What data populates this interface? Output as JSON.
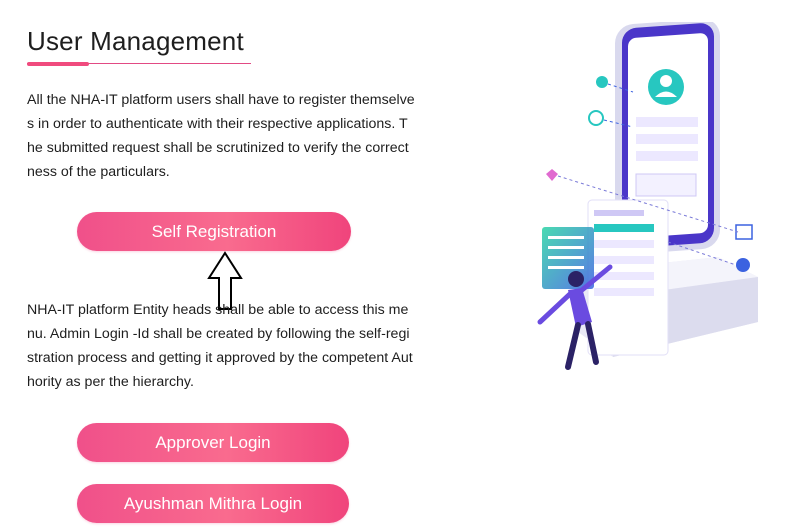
{
  "page": {
    "title": "User Management",
    "paragraph_1": "All the NHA-IT platform users shall have to register themselves in order to authenticate with their respective applications. The submitted request shall be scrutinized to verify the correctness of the particulars.",
    "paragraph_2": "NHA-IT platform Entity heads shall be able to access this menu. Admin Login -Id shall be created by following the self-registration process and getting it approved by the competent Authority as per the hierarchy."
  },
  "buttons": {
    "self_registration": "Self Registration",
    "approver_login": "Approver Login",
    "ayushman_login": "Ayushman Mithra Login"
  },
  "colors": {
    "accent": "#f0508a",
    "button_gradient_end": "#f96b8e",
    "illustration_primary": "#6a4be0",
    "illustration_secondary": "#27c7c0"
  },
  "icons": {
    "pointer": "up-arrow-icon",
    "illustration": "mobile-registration-illustration"
  }
}
